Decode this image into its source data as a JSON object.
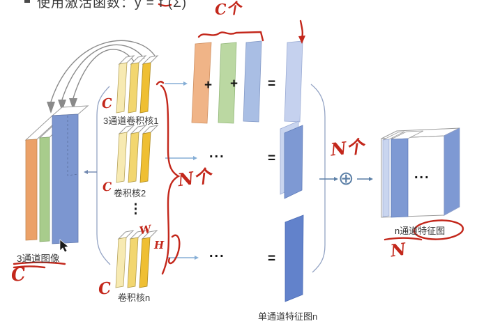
{
  "top_line": {
    "text": "使用激活函数：y = f (Σ)"
  },
  "input_image": {
    "label": "3通道图像",
    "annotation_c": "C",
    "channel_colors": [
      "#EBA168",
      "#A8CC8C",
      "#7C96D0"
    ]
  },
  "kernels": {
    "items": [
      {
        "label": "3通道卷积核1",
        "annotation": "C"
      },
      {
        "label": "卷积核2",
        "annotation": "C"
      },
      {
        "label": "卷积核n",
        "annotation": "C"
      }
    ],
    "vertical_ellipsis": "⋮",
    "count_annotation": "N个",
    "width_annotation": "W",
    "height_annotation": "H",
    "slab_colors": [
      "#F7EAB2",
      "#F2D66F",
      "#EFBF33"
    ]
  },
  "sum_row": {
    "count_annotation": "C个",
    "plus": "+",
    "equals": "=",
    "plane_colors": [
      "#F0B487",
      "#BBD8A2",
      "#A9BEE4",
      "#C5D1EE"
    ]
  },
  "middle_rows": {
    "dots": "...",
    "equals": "=",
    "plane_color_row2": "#7E99D3",
    "plane_color_row3": "#6282CB"
  },
  "feature_map": {
    "label": "单通道特征图n"
  },
  "combine": {
    "count_annotation": "N个",
    "oplus_symbol": "⊕"
  },
  "output": {
    "label": "n通道特征图",
    "annotation_n": "N",
    "inner_dots": "...",
    "face_color": "#7E99D3"
  },
  "colors": {
    "annotation_red": "#C3271B",
    "arrow_light_blue": "#85AED6",
    "arrow_steel_blue": "#5B7FA6",
    "line_gray": "#8A8A8A",
    "bracket_blue": "#93A3C4"
  }
}
